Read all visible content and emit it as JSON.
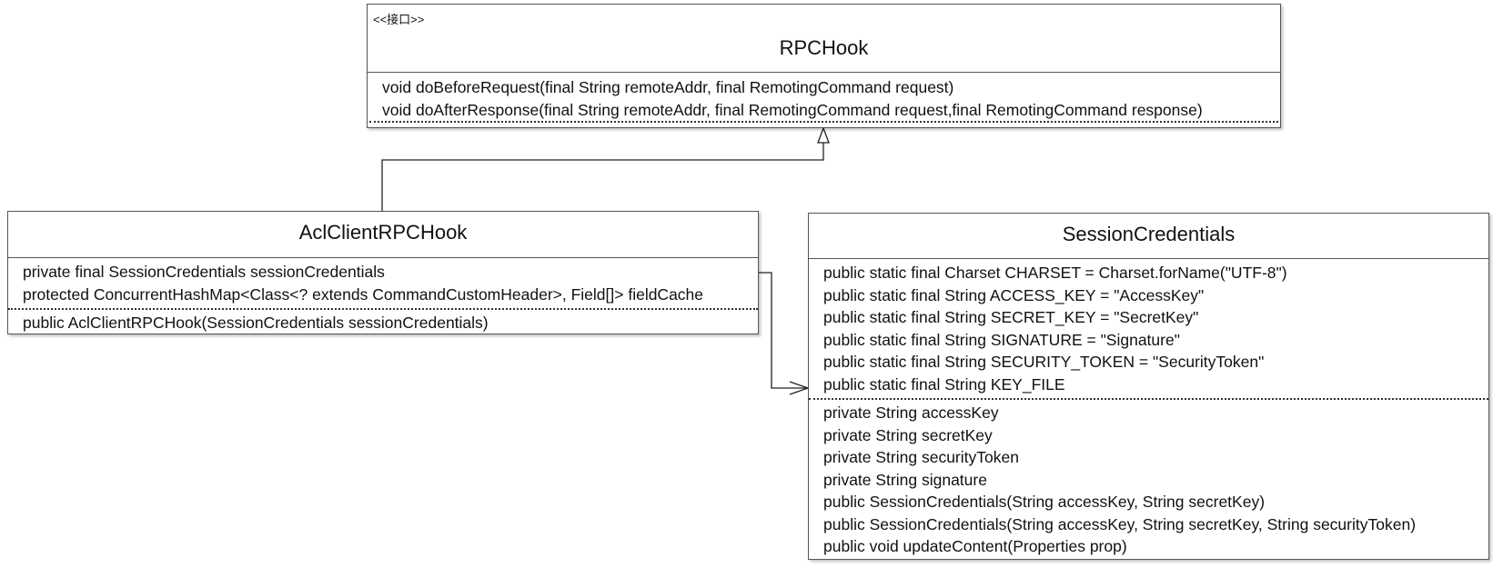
{
  "rpchook": {
    "stereotype": "<<接口>>",
    "name": "RPCHook",
    "methods": [
      "void doBeforeRequest(final String remoteAddr, final RemotingCommand request)",
      "void doAfterResponse(final String remoteAddr, final RemotingCommand request,final RemotingCommand response)"
    ]
  },
  "aclclient": {
    "name": "AclClientRPCHook",
    "fields": [
      "private final SessionCredentials sessionCredentials",
      "protected ConcurrentHashMap<Class<? extends CommandCustomHeader>, Field[]> fieldCache"
    ],
    "methods": [
      "public AclClientRPCHook(SessionCredentials sessionCredentials)"
    ]
  },
  "session": {
    "name": "SessionCredentials",
    "constants": [
      "public static final Charset CHARSET = Charset.forName(\"UTF-8\")",
      "public static final String ACCESS_KEY = \"AccessKey\"",
      "public static final String SECRET_KEY = \"SecretKey\"",
      "public static final String SIGNATURE = \"Signature\"",
      "public static final String SECURITY_TOKEN = \"SecurityToken\"",
      "public static final String KEY_FILE"
    ],
    "members": [
      "private String accessKey",
      "private String secretKey",
      "private String securityToken",
      "private String signature",
      "public SessionCredentials(String accessKey, String secretKey)",
      "public SessionCredentials(String accessKey, String secretKey, String securityToken)",
      "public void updateContent(Properties prop)"
    ]
  }
}
